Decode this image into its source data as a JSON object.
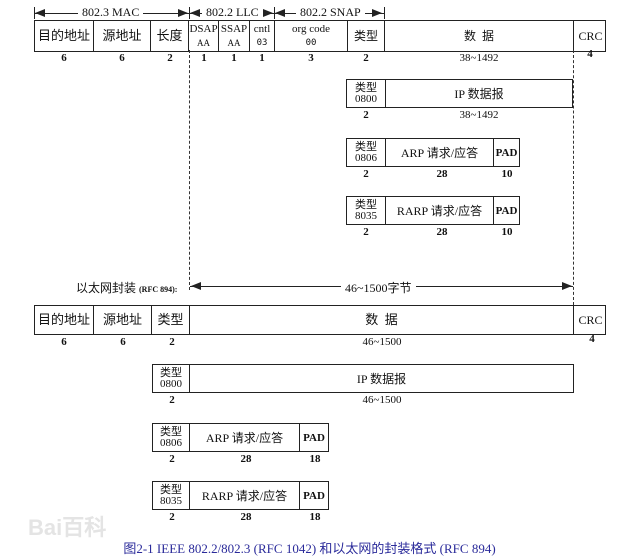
{
  "headers": {
    "mac": "802.3 MAC",
    "llc": "802.2 LLC",
    "snap": "802.2 SNAP"
  },
  "frame_8023": {
    "fields": [
      {
        "name": "目的地址",
        "size": "6"
      },
      {
        "name": "源地址",
        "size": "6"
      },
      {
        "name": "长度",
        "size": "2"
      },
      {
        "name": "DSAP",
        "value": "AA",
        "size": "1"
      },
      {
        "name": "SSAP",
        "value": "AA",
        "size": "1"
      },
      {
        "name": "cntl",
        "value": "03",
        "size": "1"
      },
      {
        "name": "org code",
        "value": "00",
        "size": "3"
      },
      {
        "name": "类型",
        "size": "2"
      },
      {
        "name": "数  据",
        "size": "38~1492"
      },
      {
        "name": "CRC",
        "size": "4"
      }
    ],
    "sub": [
      {
        "type_label": "类型",
        "type_code": "0800",
        "type_size": "2",
        "payload": "IP 数据报",
        "payload_size": "38~1492"
      },
      {
        "type_label": "类型",
        "type_code": "0806",
        "type_size": "2",
        "payload": "ARP 请求/应答",
        "payload_size": "28",
        "pad": "PAD",
        "pad_size": "10"
      },
      {
        "type_label": "类型",
        "type_code": "8035",
        "type_size": "2",
        "payload": "RARP 请求/应答",
        "payload_size": "28",
        "pad": "PAD",
        "pad_size": "10"
      }
    ]
  },
  "ethernet": {
    "label": "以太网封装",
    "rfc": "(RFC 894):",
    "span": "46~1500字节",
    "fields": [
      {
        "name": "目的地址",
        "size": "6"
      },
      {
        "name": "源地址",
        "size": "6"
      },
      {
        "name": "类型",
        "size": "2"
      },
      {
        "name": "数  据",
        "size": "46~1500"
      },
      {
        "name": "CRC",
        "size": "4"
      }
    ],
    "sub": [
      {
        "type_label": "类型",
        "type_code": "0800",
        "type_size": "2",
        "payload": "IP 数据报",
        "payload_size": "46~1500"
      },
      {
        "type_label": "类型",
        "type_code": "0806",
        "type_size": "2",
        "payload": "ARP 请求/应答",
        "payload_size": "28",
        "pad": "PAD",
        "pad_size": "18"
      },
      {
        "type_label": "类型",
        "type_code": "8035",
        "type_size": "2",
        "payload": "RARP 请求/应答",
        "payload_size": "28",
        "pad": "PAD",
        "pad_size": "18"
      }
    ]
  },
  "caption": "图2-1  IEEE 802.2/802.3 (RFC 1042) 和以太网的封装格式 (RFC 894)",
  "watermark": "Bai百科"
}
